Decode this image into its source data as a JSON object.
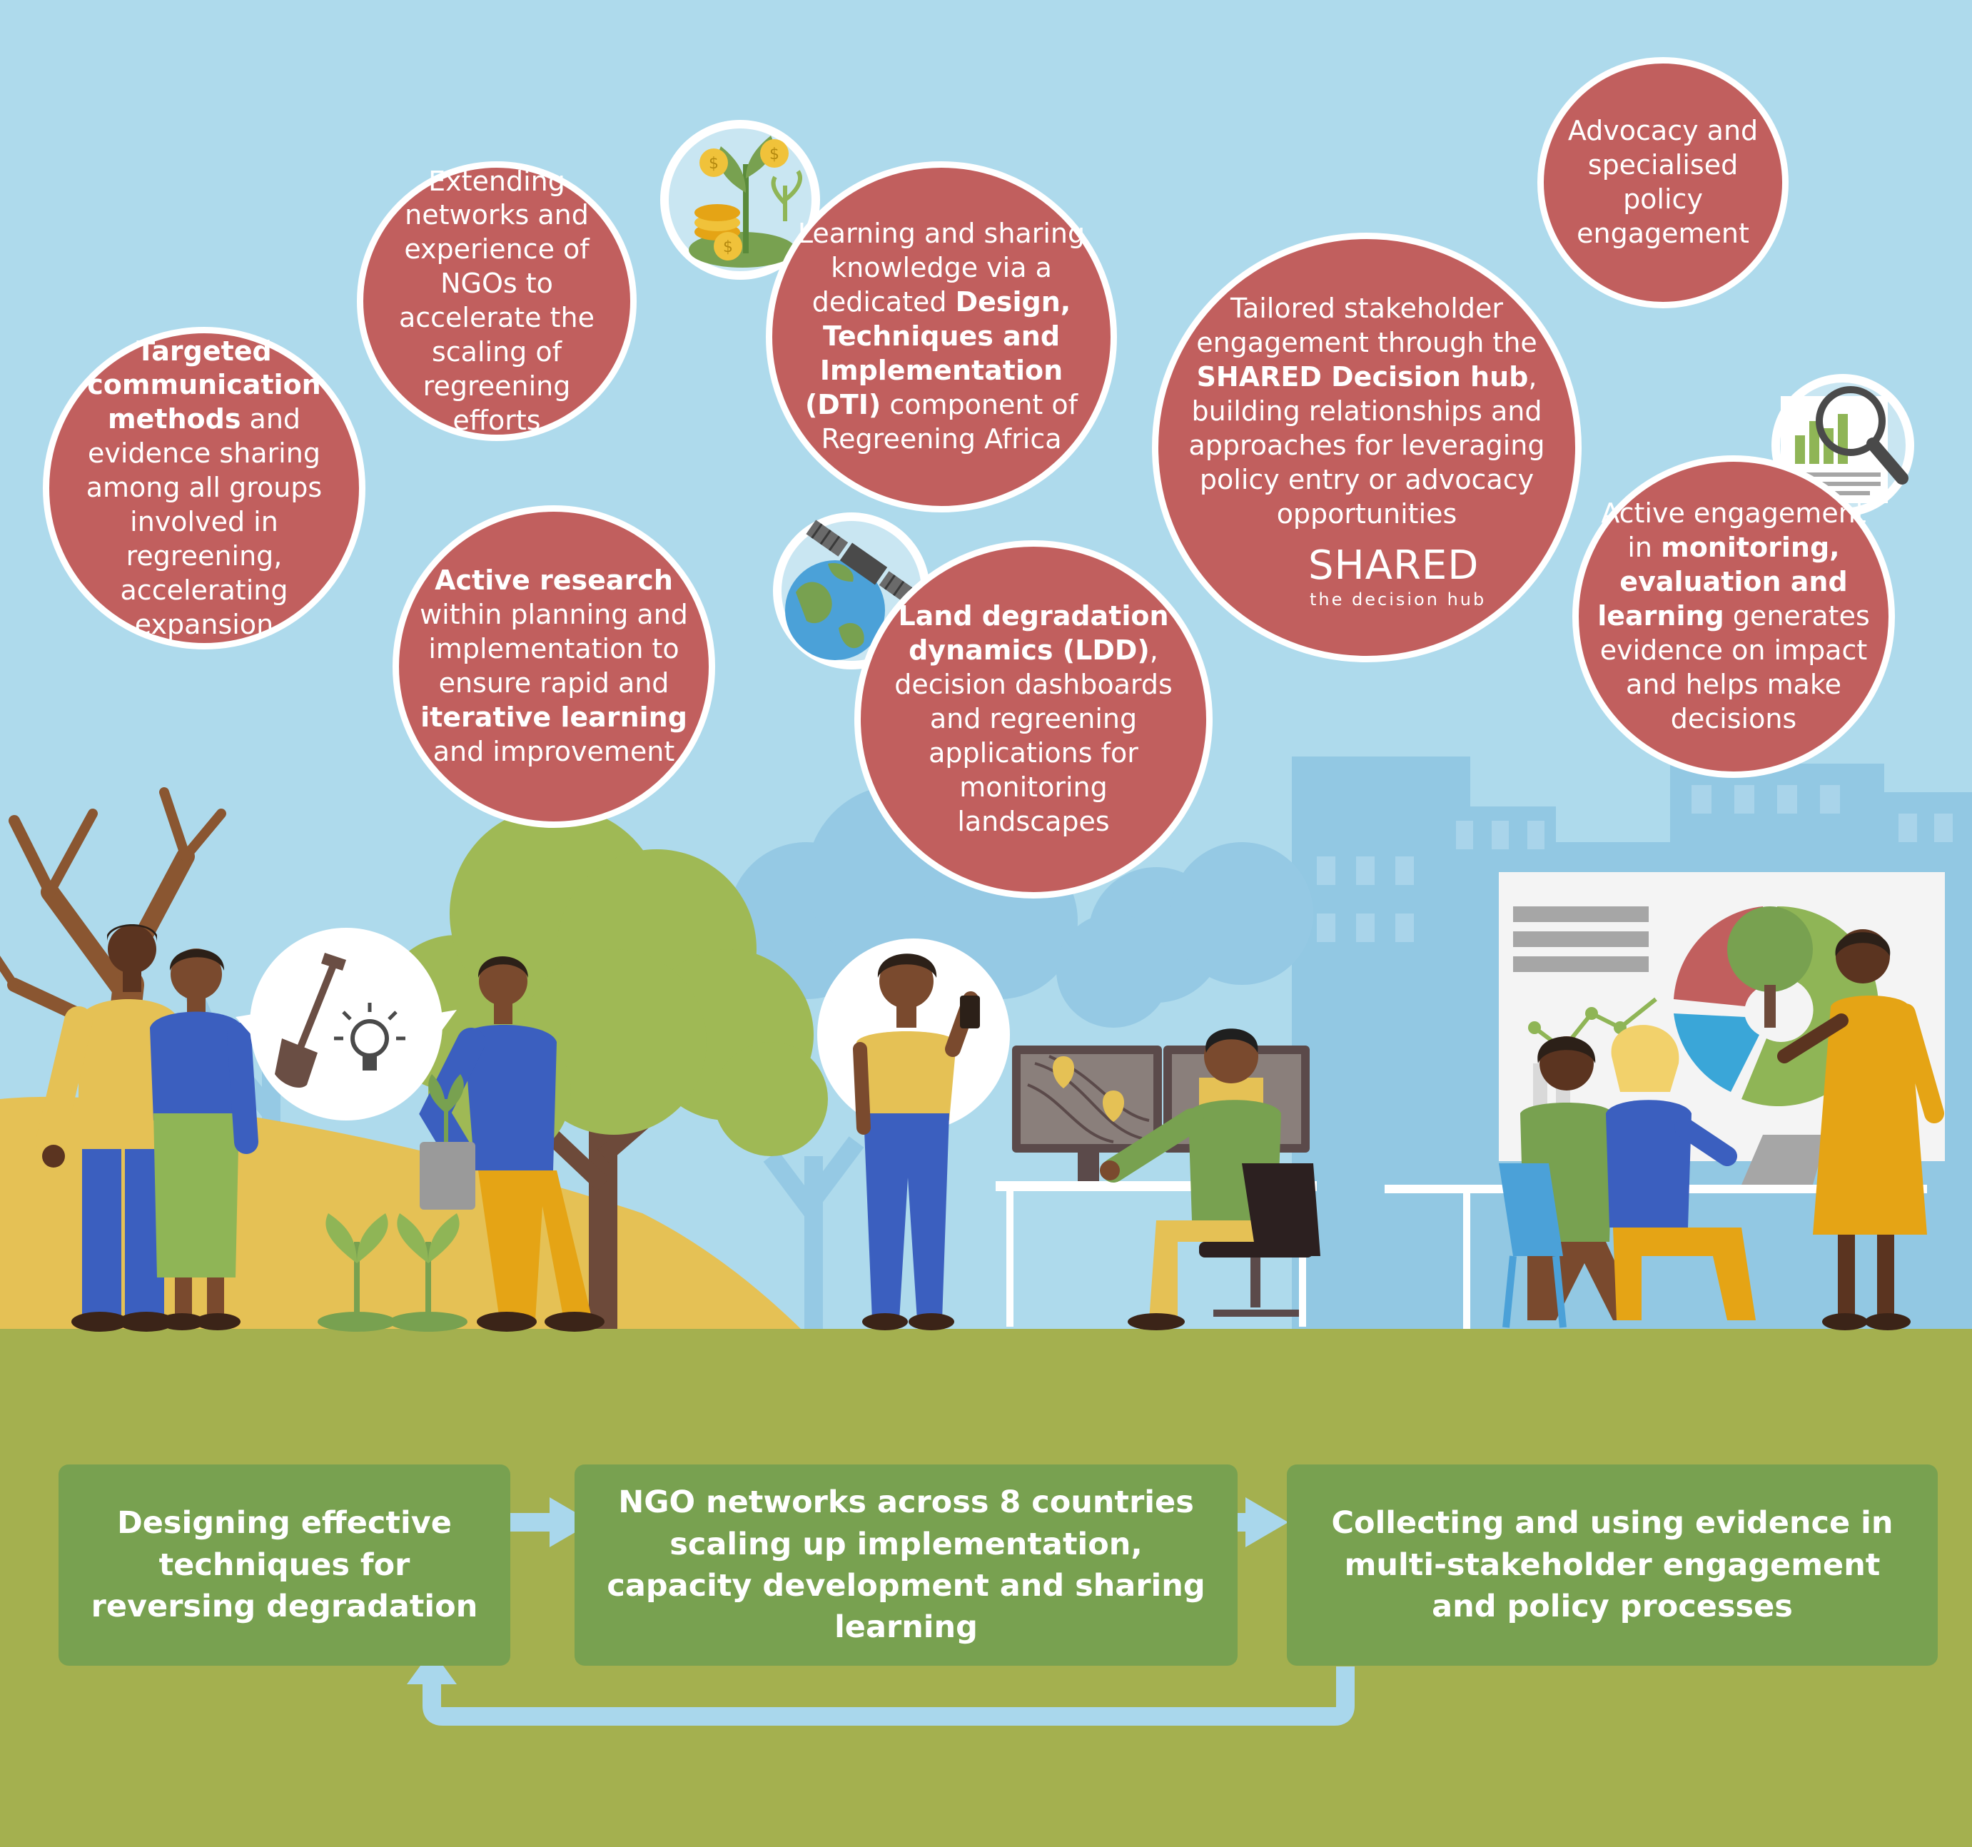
{
  "bubbles": {
    "targeted": {
      "bold": "Targeted communication methods",
      "rest": " and evidence sharing among all groups involved in regreening, accelerating expansion"
    },
    "extending": {
      "text": "Extending networks and experience of NGOs to accelerate the scaling of regreening efforts"
    },
    "learning": {
      "pre": "Learning and sharing knowledge via a dedicated ",
      "bold": "Design, Techniques and Implementation (DTI)",
      "post": " component of Regreening Africa"
    },
    "active_research": {
      "bold1": "Active research",
      "mid": " within planning and implementation to ensure rapid and ",
      "bold2": "iterative learning",
      "post": " and improvement"
    },
    "land_degradation": {
      "bold": "Land degradation dynamics (LDD)",
      "rest": ", decision dashboards and regreening applications for monitoring landscapes"
    },
    "tailored": {
      "pre": "Tailored stakeholder engagement through the ",
      "bold": "SHARED Decision hub",
      "post": ", building relationships and approaches for leveraging policy entry or advocacy opportunities"
    },
    "advocacy": {
      "text": "Advocacy and specialised policy engagement"
    },
    "active_engagement": {
      "pre": "Active engagement in ",
      "bold": "monitoring, evaluation and learning",
      "post": " generates evidence on impact and helps make decisions"
    }
  },
  "logo": {
    "word": "SHARED",
    "sub": "the decision hub"
  },
  "process": {
    "box1": "Designing effective techniques for reversing degradation",
    "box2": "NGO networks across 8 countries scaling up implementation, capacity development and sharing learning",
    "box3": "Collecting and using evidence in multi-stakeholder engagement and policy processes"
  },
  "colors": {
    "sky": "#aedaec",
    "bubble": "#c15f5e",
    "ground": "#a4b04f",
    "box": "#78a150",
    "arrow": "#a9d7ec"
  },
  "icons": [
    "plant-coins-icon",
    "satellite-earth-icon",
    "magnifier-chart-icon",
    "shovel-lightbulb-icon",
    "smartphone-icon"
  ]
}
